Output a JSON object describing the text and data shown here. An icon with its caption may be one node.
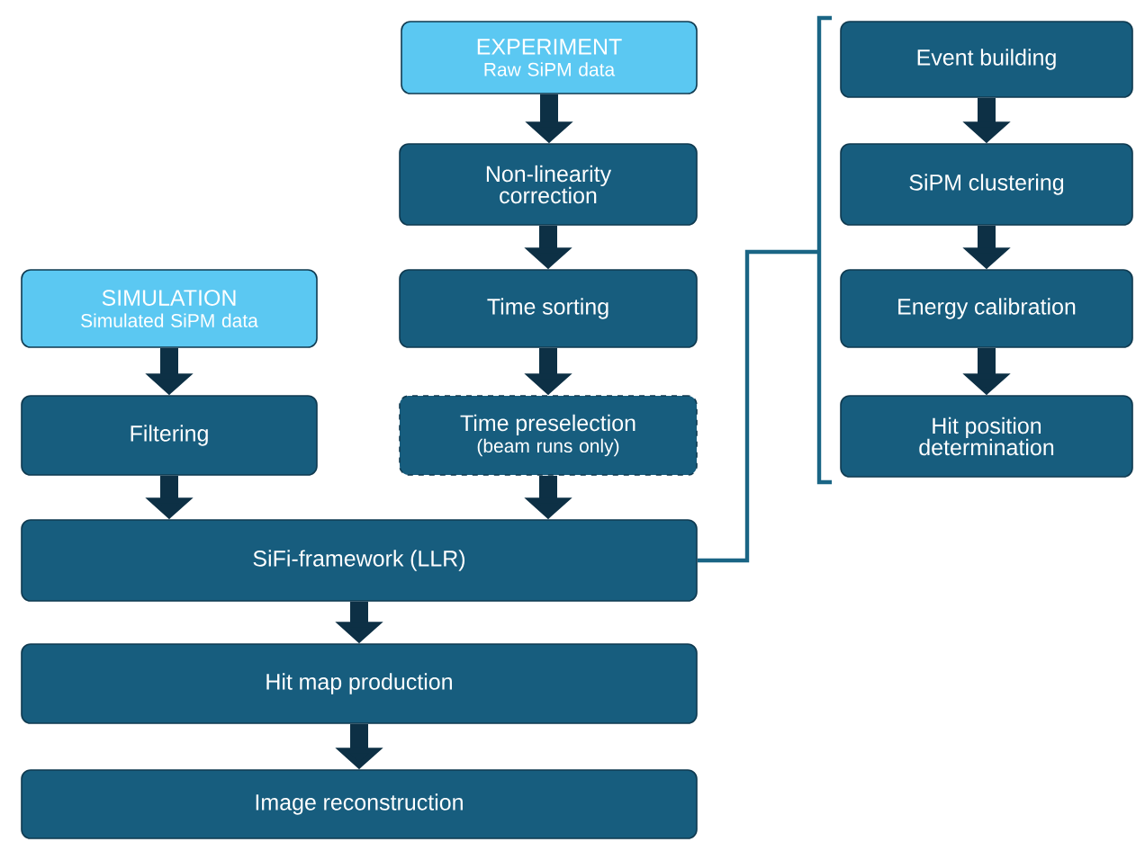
{
  "diagram": {
    "nodes": [
      {
        "text": [
          "EXPERIMENT",
          "Raw SiPM data"
        ]
      },
      {
        "text": [
          "Non-linearity correction"
        ]
      },
      {
        "text": [
          "Time sorting"
        ]
      },
      {
        "text": [
          "Time preselection",
          "(beam runs only)"
        ]
      },
      {
        "text": [
          "SIMULATION",
          "Simulated SiPM data"
        ]
      },
      {
        "text": [
          "Filtering"
        ]
      },
      {
        "text": [
          "SiFi-framework (LLR)"
        ]
      },
      {
        "text": [
          "Hit map production"
        ]
      },
      {
        "text": [
          "Image reconstruction"
        ]
      },
      {
        "text": [
          "Event building"
        ]
      },
      {
        "text": [
          "SiPM clustering"
        ]
      },
      {
        "text": [
          "Energy calibration"
        ]
      },
      {
        "text": [
          "Hit position determination"
        ]
      }
    ],
    "edges": [
      {
        "from": 0,
        "to": 1,
        "arrow": "to"
      },
      {
        "from": 1,
        "to": 2,
        "arrow": "to"
      },
      {
        "from": 2,
        "to": 3,
        "arrow": "to"
      },
      {
        "from": 3,
        "to": 6,
        "arrow": "to"
      },
      {
        "from": 4,
        "to": 5,
        "arrow": "to"
      },
      {
        "from": 5,
        "to": 6,
        "arrow": "to"
      },
      {
        "from": 6,
        "to": 7,
        "arrow": "to"
      },
      {
        "from": 7,
        "to": 8,
        "arrow": "to"
      },
      {
        "from": 9,
        "to": 10,
        "arrow": "to"
      },
      {
        "from": 10,
        "to": 11,
        "arrow": "to"
      },
      {
        "from": 11,
        "to": 12,
        "arrow": "to"
      },
      {
        "from": 6,
        "to": null,
        "arrow": "none",
        "color": "#1a6585"
      }
    ]
  }
}
